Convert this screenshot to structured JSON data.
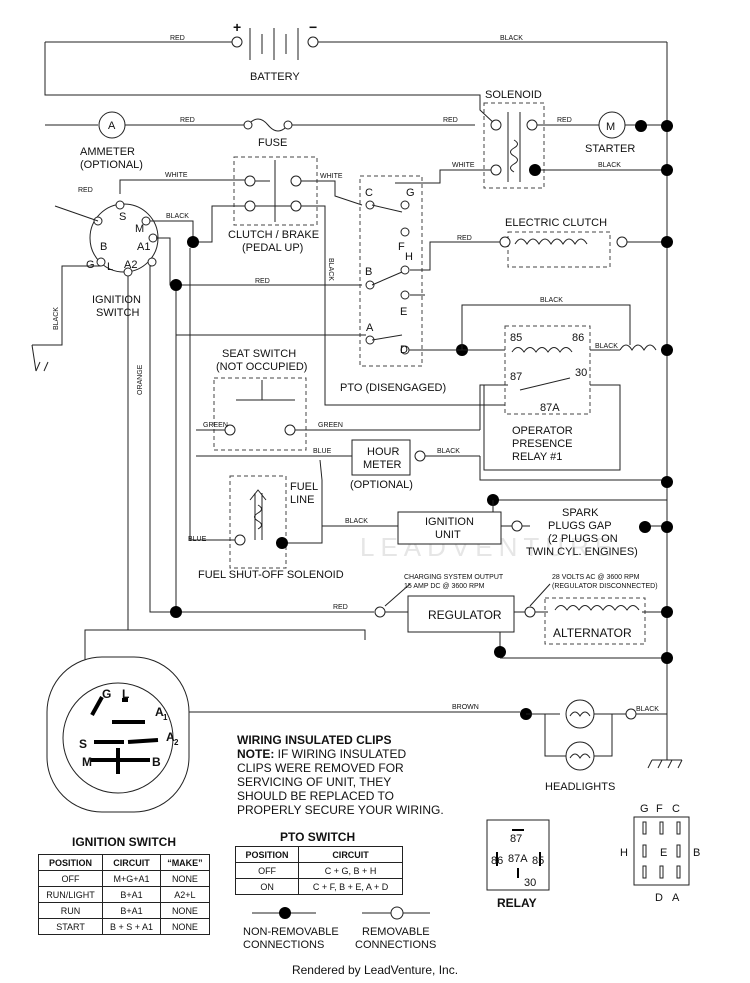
{
  "labels": {
    "battery": "BATTERY",
    "battery_plus": "+",
    "battery_minus": "−",
    "solenoid": "SOLENOID",
    "ammeter_symbol": "A",
    "ammeter": "AMMETER",
    "ammeter_optional": "(OPTIONAL)",
    "fuse": "FUSE",
    "starter_symbol": "M",
    "starter": "STARTER",
    "clutch_brake": "CLUTCH / BRAKE",
    "pedal_up": "(PEDAL UP)",
    "electric_clutch": "ELECTRIC CLUTCH",
    "ignition_switch_1": "IGNITION",
    "ignition_switch_2": "SWITCH",
    "seat_switch": "SEAT SWITCH",
    "not_occupied": "(NOT OCCUPIED)",
    "pto_disengaged": "PTO (DISENGAGED)",
    "operator_presence_1": "OPERATOR",
    "operator_presence_2": "PRESENCE",
    "operator_presence_3": "RELAY #1",
    "hour_meter_1": "HOUR",
    "hour_meter_2": "METER",
    "hour_optional": "(OPTIONAL)",
    "fuel_line_1": "FUEL",
    "fuel_line_2": "LINE",
    "fuel_solenoid": "FUEL SHUT-OFF SOLENOID",
    "ignition_unit_1": "IGNITION",
    "ignition_unit_2": "UNIT",
    "spark_1": "SPARK",
    "spark_2": "PLUGS GAP",
    "spark_3": "(2 PLUGS ON",
    "spark_4": "TWIN CYL. ENGINES)",
    "charging_1": "CHARGING SYSTEM OUTPUT",
    "charging_2": "15 AMP DC @ 3600 RPM",
    "volts_1": "28 VOLTS AC @ 3600 RPM",
    "volts_2": "(REGULATOR DISCONNECTED)",
    "regulator": "REGULATOR",
    "alternator": "ALTERNATOR",
    "headlights": "HEADLIGHTS",
    "relay": "RELAY",
    "watermark": "LEADVENTURE"
  },
  "wire_colors": {
    "red": "RED",
    "black": "BLACK",
    "white": "WHITE",
    "green": "GREEN",
    "blue": "BLUE",
    "orange": "ORANGE",
    "brown": "BROWN"
  },
  "terminals": {
    "ign": [
      "S",
      "M",
      "B",
      "G",
      "L",
      "A1",
      "A2"
    ],
    "ign_detail": [
      "G",
      "L",
      "A",
      "1",
      "A",
      "2",
      "S",
      "B",
      "M"
    ],
    "pto": [
      "C",
      "G",
      "F",
      "H",
      "B",
      "E",
      "A",
      "D"
    ],
    "opr": [
      "85",
      "86",
      "87",
      "30",
      "87A"
    ],
    "relay": [
      "87",
      "86",
      "87A",
      "85",
      "30"
    ],
    "plug": [
      "G",
      "F",
      "C",
      "H",
      "E",
      "B",
      "D",
      "A"
    ]
  },
  "ignition_table": {
    "title": "IGNITION SWITCH",
    "headers": [
      "POSITION",
      "CIRCUIT",
      "“MAKE”"
    ],
    "rows": [
      [
        "OFF",
        "M+G+A1",
        "NONE"
      ],
      [
        "RUN/LIGHT",
        "B+A1",
        "A2+L"
      ],
      [
        "RUN",
        "B+A1",
        "NONE"
      ],
      [
        "START",
        "B + S + A1",
        "NONE"
      ]
    ]
  },
  "pto_table": {
    "title": "PTO SWITCH",
    "headers": [
      "POSITION",
      "CIRCUIT"
    ],
    "rows": [
      [
        "OFF",
        "C + G, B + H"
      ],
      [
        "ON",
        "C + F, B + E, A + D"
      ]
    ]
  },
  "note": {
    "title": "WIRING INSULATED CLIPS",
    "prefix": "NOTE:",
    "lines": [
      " IF WIRING INSULATED",
      "CLIPS WERE REMOVED FOR",
      "SERVICING OF UNIT, THEY",
      "SHOULD BE REPLACED TO",
      "PROPERLY SECURE YOUR WIRING."
    ]
  },
  "legend": {
    "non_removable_1": "NON-REMOVABLE",
    "non_removable_2": "CONNECTIONS",
    "removable_1": "REMOVABLE",
    "removable_2": "CONNECTIONS"
  },
  "footer": "Rendered by LeadVenture, Inc."
}
